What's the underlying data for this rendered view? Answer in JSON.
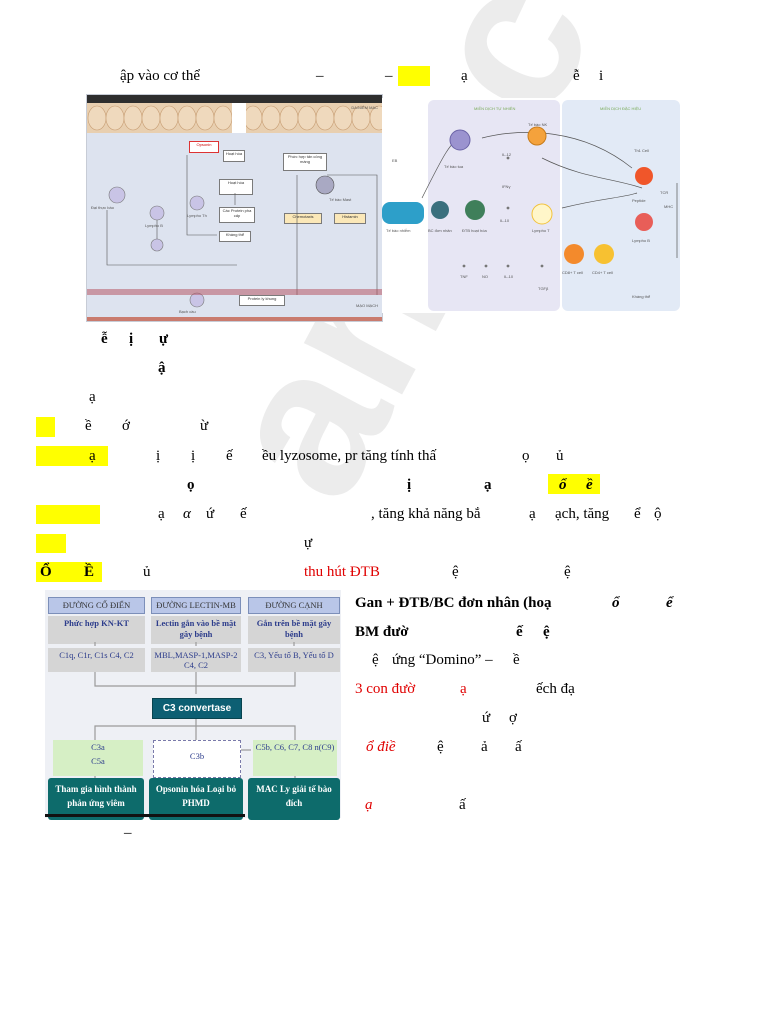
{
  "lines": {
    "l1_a": "ập vào cơ thể",
    "l1_b": "–",
    "l1_c": "–",
    "l1_d": "ạ",
    "l1_e": "ễ",
    "l1_f": "i",
    "l2_a": "ễ",
    "l2_b": "ị",
    "l2_c": "ự",
    "l3_a": "ậ",
    "l4_a": "ạ",
    "l5_a": "ề",
    "l5_b": "ớ",
    "l5_c": "ừ",
    "l6_a": "ạ",
    "l6_b": "ị",
    "l6_c": "ị",
    "l6_d": "ế",
    "l6_e": "ều lyzosome, pr tăng tính thấ",
    "l6_f": "ọ",
    "l6_g": "ủ",
    "l7_a": "ọ",
    "l7_b": "ị",
    "l7_c": "ạ",
    "l7_d": "ổ",
    "l7_e": "ề",
    "l8_a": "ạ",
    "l8_b": "α",
    "l8_c": "ứ",
    "l8_d": "ế",
    "l8_e": ", tăng khả năng bắ",
    "l8_f": "ạ",
    "l8_g": "ạch, tăng",
    "l8_h": "ể",
    "l8_i": "ộ",
    "l9_a": "ự",
    "l10_a": "Ổ",
    "l10_b": "Ề",
    "l10_c": "ủ",
    "l10_d": "thu hút ĐTB",
    "l10_e": "ệ",
    "l10_f": "ệ"
  },
  "right_col": {
    "r1_a": "Gan + ĐTB/BC đơn nhân (hoạ",
    "r1_b": "ổ",
    "r1_c": "ể",
    "r2_a": "BM đườ",
    "r2_b": "ế",
    "r2_c": "ệ",
    "r3_a": "ệ",
    "r3_b": "ứng “Domino” –",
    "r3_c": "ề",
    "r4_a": "3 con đườ",
    "r4_b": "ạ",
    "r4_c": "ếch đạ",
    "r5_a": "ứ",
    "r5_b": "ợ",
    "r6_a": "ổ điề",
    "r6_b": "ệ",
    "r6_c": "ả",
    "r6_d": "ấ",
    "r7_a": "ạ",
    "r7_b": "ấ"
  },
  "bottom_dash": "–",
  "watermark": "an-ec",
  "fig1": {
    "top_right": "DA/NIÊM MẠC",
    "bottom_right": "MẠO MẠCH",
    "opsonin": "Opsonin",
    "hoat_hoa": "Hoạt hóa",
    "phuc_hop": "Phức hợp tấn công màng",
    "ti_bao_mast": "Tế bào Mast",
    "chemotaxis": "Chemotaxis",
    "histamin": "Histamin",
    "cac_protein": "Các Protein pha cấp",
    "khang_the": "Kháng thể",
    "protein_ly": "Protein ly khung",
    "lympho_b": "Lympho B",
    "lympho_th": "Lympho Th",
    "dai_thuc_bao": "Đại thực bào",
    "bach_cau": "Bạch cầu"
  },
  "fig2": {
    "header_left": "MIỄN DỊCH TỰ NHIÊN",
    "header_right": "MIỄN DỊCH ĐẶC HIỆU",
    "te_bao_nk": "Tế bào NK",
    "te_bao_tua": "Tế bào tua",
    "dtb": "ĐTB hoạt hóa",
    "th1": "Th1 Cell",
    "tcr": "TCR",
    "mhc": "MHC",
    "peptide": "Peptide",
    "lympho_b": "Lympho B",
    "khang_the": "Kháng thể",
    "lympho_t": "Lympho T",
    "cd8": "CD8+ T cell",
    "cd4": "CD4+ T cell",
    "tnf": "TNF",
    "no": "NO",
    "il10": "IL-10",
    "tgfb": "TGFβ",
    "il12": "IL-12",
    "ifng": "IFNγ",
    "il10b": "IL-10",
    "te_bao_nhiem": "Tế bào nhiễm",
    "bc_don_nhan": "BC đơn nhân",
    "eb": "EB"
  },
  "fig3": {
    "h1": "ĐƯỜNG CỔ ĐIỂN",
    "h2": "ĐƯỜNG LECTIN-MB",
    "h3": "ĐƯỜNG CẠNH",
    "g1": "Phức hợp KN-KT",
    "g2": "Lectin gắn vào bề mặt gây bệnh",
    "g3": "Gắn trên bề mặt gây bệnh",
    "c1": "C1q, C1r, C1s C4, C2",
    "c2": "MBL,MASP-1,MASP-2 C4, C2",
    "c3": "C3, Yếu tố B, Yếu tố D",
    "convertase": "C3 convertase",
    "p1a": "C3a",
    "p1b": "C5a",
    "p2": "C3b",
    "p3": "C5b, C6, C7, C8 n(C9)",
    "o1": "Tham gia hình thành phản ứng viêm",
    "o2": "Opsonin hóa Loại bỏ PHMD",
    "o3": "MAC Ly giải tế bào đích"
  }
}
